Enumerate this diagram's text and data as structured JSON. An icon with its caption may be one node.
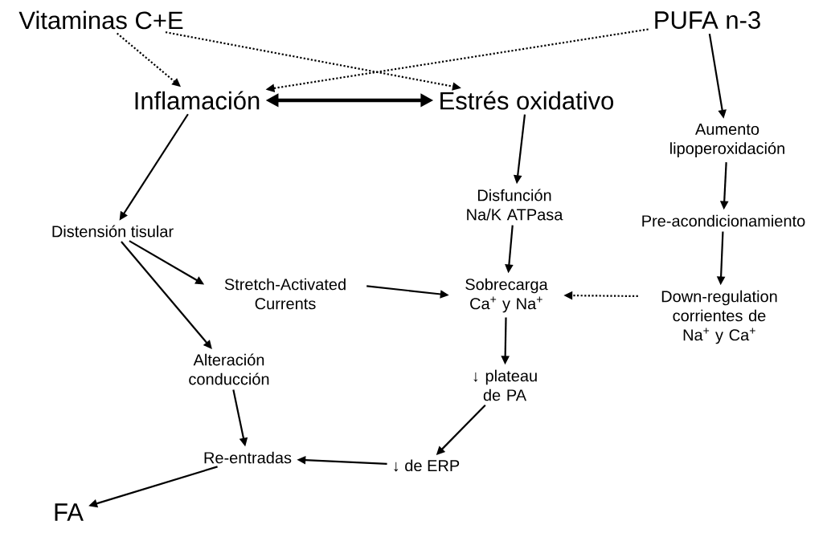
{
  "diagram": {
    "nodes": [
      {
        "text": [
          "Vitaminas C+E"
        ]
      },
      {
        "text": [
          "PUFA n-3"
        ]
      },
      {
        "text": [
          "Inflamación"
        ]
      },
      {
        "text": [
          "Estrés oxidativo"
        ]
      },
      {
        "text": [
          "Aumento lipoperoxidación"
        ]
      },
      {
        "text": [
          "Distensión tisular"
        ]
      },
      {
        "text": [
          "Disfunción Na/K ATPasa"
        ]
      },
      {
        "text": [
          "Pre-acondicionamiento"
        ]
      },
      {
        "text": [
          "Stretch-Activated Currents"
        ]
      },
      {
        "text": [
          "Sobrecarga Ca$^{+}$ y Na$^{+}$"
        ]
      },
      {
        "text": [
          "Down-regulation corrientes de Na$^{+}$ y Ca$^{+}$"
        ]
      },
      {
        "text": [
          "Alteración conducción"
        ]
      },
      {
        "text": [
          "↓ plateau de PA"
        ]
      },
      {
        "text": [
          "Re-entradas"
        ]
      },
      {
        "text": [
          "↓ de ERP"
        ]
      },
      {
        "text": [
          "FA"
        ]
      }
    ],
    "edges": [
      {
        "from": 0,
        "to": 2,
        "arrow": "to",
        "style": "dashed"
      },
      {
        "from": 0,
        "to": 3,
        "arrow": "to",
        "style": "dashed"
      },
      {
        "from": 1,
        "to": 2,
        "arrow": "to",
        "style": "dashed"
      },
      {
        "from": 1,
        "to": 4,
        "arrow": "to"
      },
      {
        "from": 2,
        "to": 3,
        "arrow": "both",
        "style": "thick"
      },
      {
        "from": 2,
        "to": 5,
        "arrow": "to"
      },
      {
        "from": 3,
        "to": 6,
        "arrow": "to"
      },
      {
        "from": 4,
        "to": 7,
        "arrow": "to"
      },
      {
        "from": 5,
        "to": 8,
        "arrow": "to"
      },
      {
        "from": 5,
        "to": 11,
        "arrow": "to"
      },
      {
        "from": 6,
        "to": 9,
        "arrow": "to"
      },
      {
        "from": 7,
        "to": 10,
        "arrow": "to"
      },
      {
        "from": 8,
        "to": 9,
        "arrow": "to"
      },
      {
        "from": 10,
        "to": 9,
        "arrow": "to",
        "style": "dashed"
      },
      {
        "from": 9,
        "to": 12,
        "arrow": "to"
      },
      {
        "from": 11,
        "to": 13,
        "arrow": "to"
      },
      {
        "from": 12,
        "to": 14,
        "arrow": "to"
      },
      {
        "from": 14,
        "to": 13,
        "arrow": "to"
      },
      {
        "from": 13,
        "to": 15,
        "arrow": "to"
      }
    ]
  }
}
